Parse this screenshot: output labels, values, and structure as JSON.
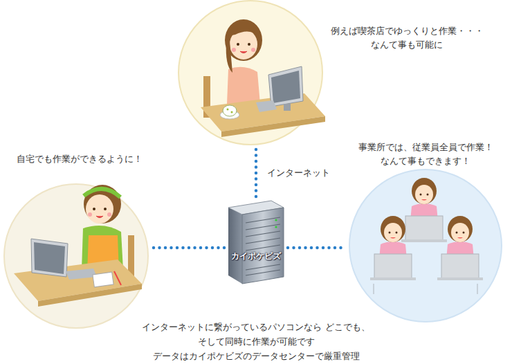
{
  "diagram": {
    "caption": "インターネットに繋がっているパソコンなら どこでも、そして同時に作業が可能です データはカイポケビズのデータセンターで厳重管理",
    "nodes": [
      {
        "text": [
          "例えば喫茶店でゆっくりと作業・・・ なんて事も可能に"
        ]
      },
      {
        "text": [
          "自宅でも作業ができるように！"
        ]
      },
      {
        "text": [
          "カイポケビズ"
        ]
      },
      {
        "text": [
          "事業所では、従業員全員で作業！ なんて事もできます！"
        ]
      }
    ],
    "edges": [
      {
        "from": 2,
        "to": 0,
        "arrow": "none",
        "label": "インターネット"
      },
      {
        "from": 2,
        "to": 1,
        "arrow": "none"
      },
      {
        "from": 2,
        "to": 3,
        "arrow": "none"
      }
    ]
  }
}
